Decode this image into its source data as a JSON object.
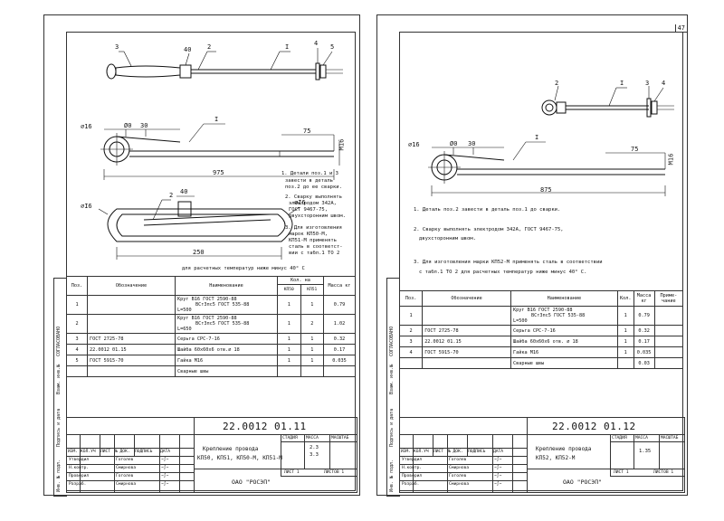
{
  "left_sheet": {
    "strip_labels": [
      "СОГЛАСОВАНО",
      "Взам. инв.№",
      "Подпись и дата",
      "Инв. № подл."
    ],
    "drawing": {
      "leaders": [
        "3",
        "40",
        "2",
        "I",
        "4",
        "5"
      ],
      "leader2": [
        "I"
      ],
      "dims": {
        "d1": "∅16",
        "d2": "Ø0",
        "d3": "30",
        "d4": "75",
        "d5": "M16",
        "d6": "975",
        "d7": "40",
        "d8": "∅I6",
        "d9": "∅I6",
        "d10": "250",
        "d11": "2"
      }
    },
    "notes": [
      "1. Детали поз.1 и 3",
      "завести в деталь",
      "поз.2 до ее сварки.",
      "2. Сварку выполнять",
      "электродом 342А,",
      "ГОСТ 9467-75,",
      "двухсторонним швом.",
      "3. Для изготовления",
      "марок КП50-М,",
      "КП51-М применять",
      "сталь в соответст-",
      "вии с табл.1 ТО 2",
      "для расчетных температур ниже минус 40° С"
    ],
    "spec_headers": {
      "pos": "Поз.",
      "desig": "Обозначение",
      "name": "Наименование",
      "qty": "Кол. на",
      "mass": "Масса кг",
      "q1": "КП50",
      "q2": "КП51"
    },
    "spec_rows": [
      {
        "pos": "1",
        "desig": "",
        "n1": "Круг  В16 ГОСТ 2590-88",
        "n2": "ВСт3пс5 ГОСТ 535-88",
        "n3": "L=500",
        "q1": "1",
        "q2": "1",
        "mass": "0.79"
      },
      {
        "pos": "2",
        "desig": "",
        "n1": "Круг  В16 ГОСТ 2590-88",
        "n2": "ВСт3пс5 ГОСТ 535-88",
        "n3": "L=650",
        "q1": "1",
        "q2": "2",
        "mass": "1.02"
      },
      {
        "pos": "3",
        "desig": "ГОСТ 2725-78",
        "n1": "Серьга СРС-7-16",
        "n2": "",
        "n3": "",
        "q1": "1",
        "q2": "1",
        "mass": "0.32"
      },
      {
        "pos": "4",
        "desig": "22.0012 01.15",
        "n1": "Шайба 60x60x6 отв.∅ 18",
        "n2": "",
        "n3": "",
        "q1": "1",
        "q2": "1",
        "mass": "0.17"
      },
      {
        "pos": "5",
        "desig": "ГОСТ 5915-70",
        "n1": "Гайка М16",
        "n2": "",
        "n3": "",
        "q1": "1",
        "q2": "1",
        "mass": "0.035"
      },
      {
        "pos": "",
        "desig": "",
        "n1": "Сварные швы",
        "n2": "",
        "n3": "",
        "q1": "",
        "q2": "",
        "mass": ""
      }
    ],
    "title_block": {
      "code": "22.0012  01.11",
      "title1": "Крепление провода",
      "title2": "КП50, КП51, КП50-М, КП51-М",
      "stage": "СТАДИЯ",
      "massa": "МАССА",
      "scale": "МАСШТАБ",
      "mass1": "2.3",
      "mass2": "3.3",
      "sheet": "ЛИСТ 1",
      "sheets": "ЛИСТОВ  1",
      "org": "ОАО \"РОСЭП\"",
      "cols": [
        "ИЗМ.",
        "КОЛ.УЧ",
        "ЛИСТ",
        "№ ДОК.",
        "ПОДПИСЬ",
        "ДАТА"
      ],
      "people": [
        [
          "Утвердил",
          "Гоголев"
        ],
        [
          "Н.контр.",
          "Смирнова"
        ],
        [
          "Проверил",
          "Гоголев"
        ],
        [
          "Разраб.",
          "Смирнова"
        ]
      ]
    }
  },
  "right_sheet": {
    "page_number": "47",
    "strip_labels": [
      "СОГЛАСОВАНО",
      "Взам. инв.№",
      "Подпись и дата",
      "Инв. № подл."
    ],
    "drawing": {
      "leaders": [
        "2",
        "I",
        "3",
        "4"
      ],
      "leader2": [
        "I"
      ],
      "dims": {
        "d1": "∅16",
        "d2": "Ø0",
        "d3": "30",
        "d4": "75",
        "d5": "M16",
        "d6": "875"
      }
    },
    "notes": [
      "1. Деталь поз.2 завести в деталь поз.1 до сварки.",
      "2. Сварку выполнять электродом 342А, ГОСТ 9467-75,",
      "двухсторонним швом.",
      "3. Для изготовления марки КП52-М применять сталь в соответствии",
      "с табл.1 ТО 2 для расчетных температур ниже минус 40° С."
    ],
    "spec_headers": {
      "pos": "Поз.",
      "desig": "Обозначение",
      "name": "Наименование",
      "qty": "Кол.",
      "mass": "Масса кг",
      "note": "Приме- чание"
    },
    "spec_rows": [
      {
        "pos": "1",
        "desig": "",
        "n1": "Круг  В16 ГОСТ 2590-88",
        "n2": "ВСт3пс5 ГОСТ 535-88",
        "n3": "L=500",
        "qty": "1",
        "mass": "0.79"
      },
      {
        "pos": "2",
        "desig": "ГОСТ 2725-78",
        "n1": "Серьга СРС-7-16",
        "n2": "",
        "n3": "",
        "qty": "1",
        "mass": "0.32"
      },
      {
        "pos": "3",
        "desig": "22.0012 01.15",
        "n1": "Шайба 60x60x6 отв. ∅ 18",
        "n2": "",
        "n3": "",
        "qty": "1",
        "mass": "0.17"
      },
      {
        "pos": "4",
        "desig": "ГОСТ 5915-70",
        "n1": "Гайка М16",
        "n2": "",
        "n3": "",
        "qty": "1",
        "mass": "0.035"
      },
      {
        "pos": "",
        "desig": "",
        "n1": "Сварные швы",
        "n2": "",
        "n3": "",
        "qty": "",
        "mass": "0.03"
      }
    ],
    "title_block": {
      "code": "22.0012  01.12",
      "title1": "Крепление провода",
      "title2": "КП52, КП52-М",
      "stage": "СТАДИЯ",
      "massa": "МАССА",
      "scale": "МАСШТАБ",
      "mass1": "1.35",
      "sheet": "ЛИСТ 1",
      "sheets": "ЛИСТОВ  1",
      "org": "ОАО \"РОСЭП\"",
      "cols": [
        "ИЗМ.",
        "КОЛ.УЧ",
        "ЛИСТ",
        "№ ДОК.",
        "ПОДПИСЬ",
        "ДАТА"
      ],
      "people": [
        [
          "Утвердил",
          "Гоголев"
        ],
        [
          "Н.контр.",
          "Смирнова"
        ],
        [
          "Проверил",
          "Гоголев"
        ],
        [
          "Разраб.",
          "Смирнова"
        ]
      ]
    }
  }
}
